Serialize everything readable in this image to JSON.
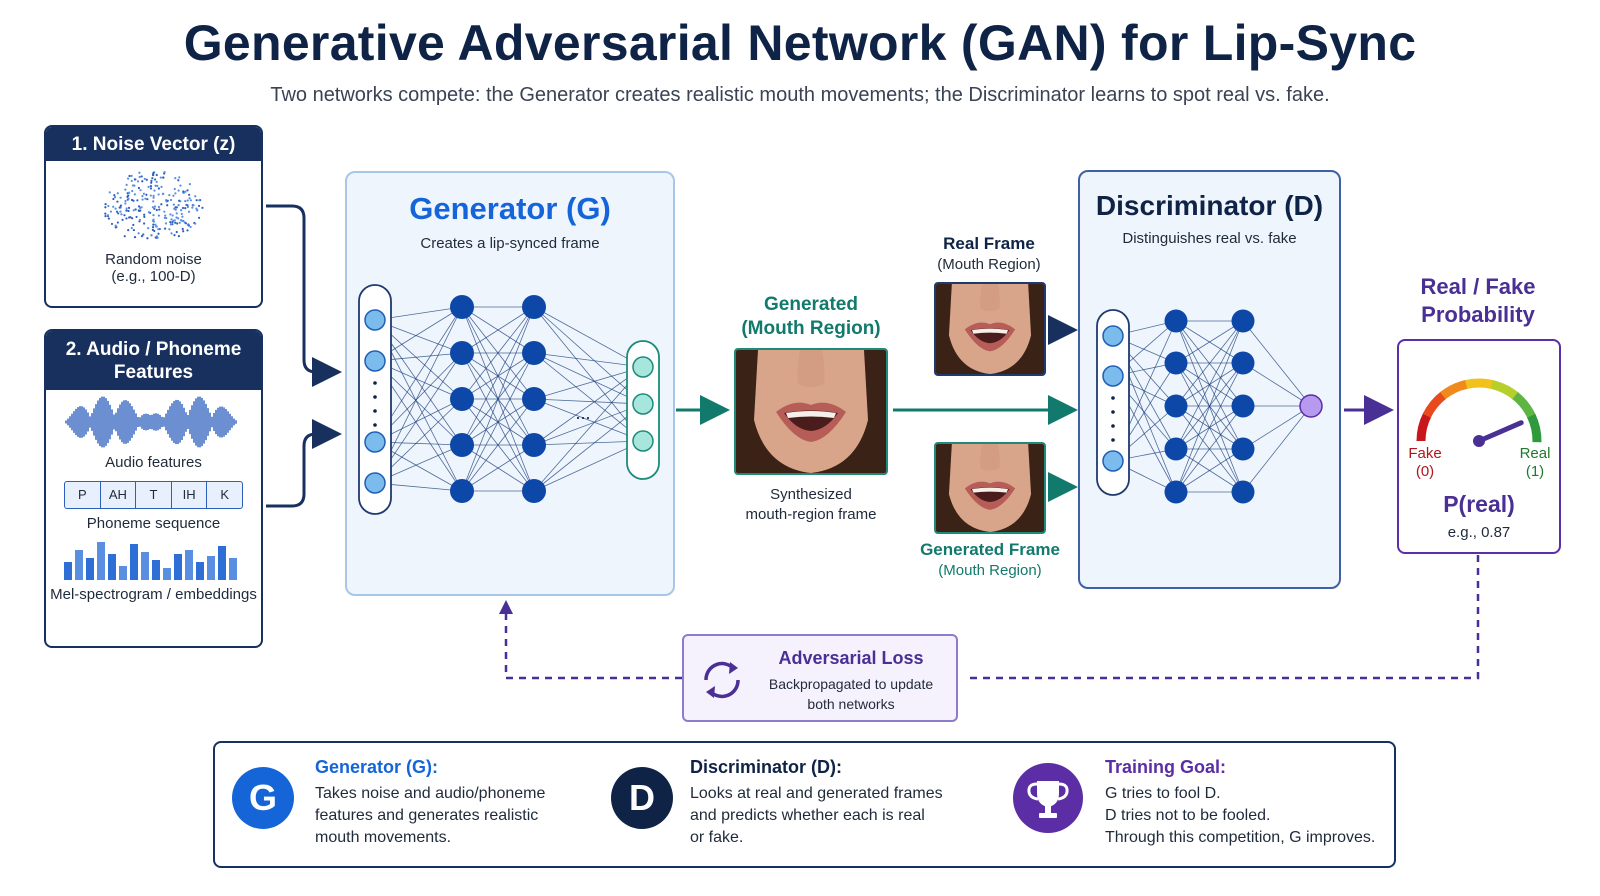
{
  "title": "Generative Adversarial Network (GAN) for Lip-Sync",
  "subtitle": "Two networks compete: the Generator creates realistic mouth movements; the Discriminator learns to spot real vs. fake.",
  "noise": {
    "header": "1. Noise Vector (z)",
    "caption_1": "Random noise",
    "caption_2": "(e.g., 100-D)"
  },
  "audio": {
    "header_1": "2. Audio / Phoneme",
    "header_2": "Features",
    "audio_label": "Audio features",
    "phonemes": [
      "P",
      "AH",
      "T",
      "IH",
      "K"
    ],
    "phoneme_label": "Phoneme sequence",
    "mel_label": "Mel-spectrogram / embeddings"
  },
  "generator": {
    "title": "Generator (G)",
    "subtitle": "Creates a lip-synced frame",
    "ellipsis": "..."
  },
  "generated": {
    "title_1": "Generated",
    "title_2": "(Mouth Region)",
    "caption_1": "Synthesized",
    "caption_2": "mouth-region frame"
  },
  "real_frame": {
    "title": "Real Frame",
    "subtitle": "(Mouth Region)"
  },
  "generated_frame": {
    "title": "Generated Frame",
    "subtitle": "(Mouth Region)"
  },
  "discriminator": {
    "title": "Discriminator (D)",
    "subtitle": "Distinguishes real vs. fake"
  },
  "probability": {
    "title_1": "Real / Fake",
    "title_2": "Probability",
    "fake_1": "Fake",
    "fake_2": "(0)",
    "real_1": "Real",
    "real_2": "(1)",
    "label": "P(real)",
    "example": "e.g., 0.87",
    "value": 0.87
  },
  "loss": {
    "title": "Adversarial Loss",
    "line_1": "Backpropagated to update",
    "line_2": "both networks"
  },
  "summary": [
    {
      "badge": "G",
      "title": "Generator (G):",
      "lines": [
        "Takes noise and audio/phoneme",
        "features and generates realistic",
        "mouth movements."
      ]
    },
    {
      "badge": "D",
      "title": "Discriminator (D):",
      "lines": [
        "Looks at real and generated frames",
        "and predicts whether each is real",
        "or fake."
      ]
    },
    {
      "badge": "",
      "title": "Training Goal:",
      "lines": [
        "G tries to fool D.",
        "D tries not to be fooled.",
        "Through this competition, G improves."
      ]
    }
  ],
  "colors": {
    "navy": "#17305e",
    "blue": "#1565d8",
    "teal": "#127a6c",
    "purple": "#5b2ea6",
    "node_dark": "#0d47a8",
    "node_light": "#7cbcec"
  }
}
